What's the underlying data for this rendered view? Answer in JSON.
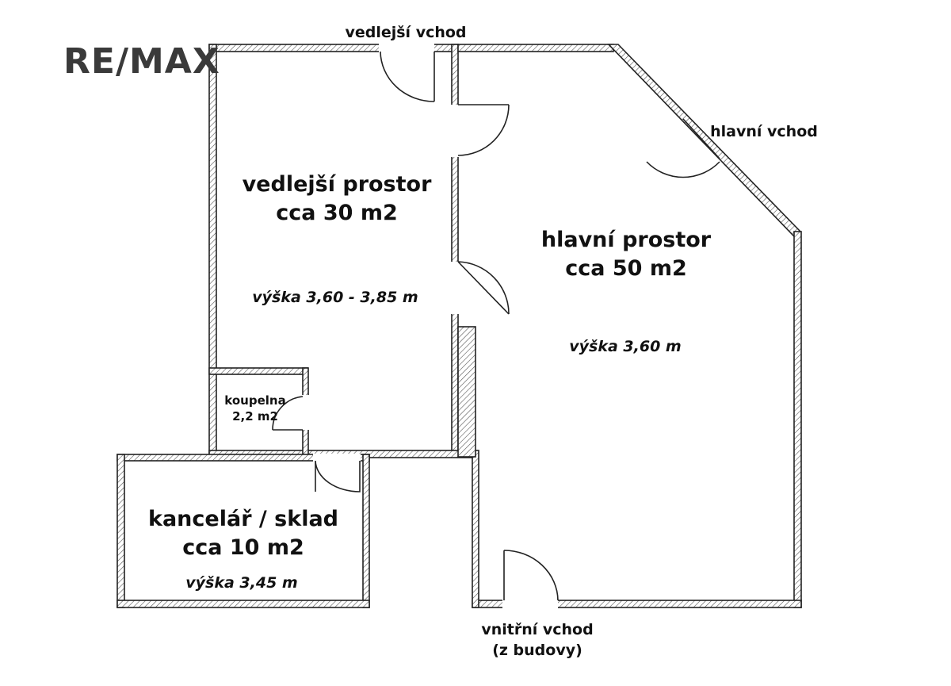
{
  "logo": {
    "text": "RE/MAX"
  },
  "rooms": {
    "side": {
      "name": "vedlejší prostor",
      "area": "cca 30 m2",
      "height": "výška 3,60 - 3,85 m"
    },
    "main": {
      "name": "hlavní prostor",
      "area": "cca 50 m2",
      "height": "výška 3,60 m"
    },
    "office": {
      "name": "kancelář / sklad",
      "area": "cca 10 m2",
      "height": "výška 3,45 m"
    },
    "bathroom": {
      "name": "koupelna",
      "area": "2,2 m2"
    }
  },
  "entrances": {
    "side": "vedlejší vchod",
    "main": "hlavní vchod",
    "inner_line1": "vnitřní vchod",
    "inner_line2": "(z budovy)"
  },
  "colors": {
    "wall": "#222222",
    "wall_fill": "#ffffff",
    "text": "#111111",
    "logo": "#3a3a3a"
  }
}
